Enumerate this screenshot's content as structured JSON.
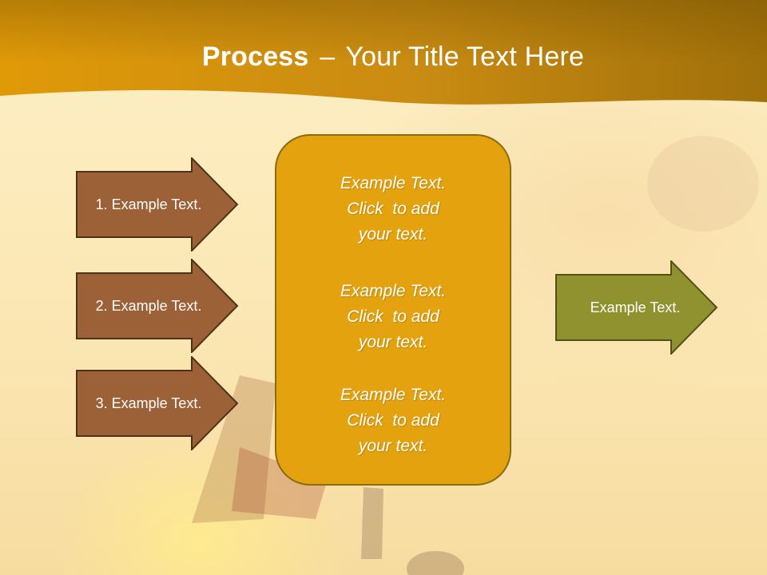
{
  "title": {
    "bold": "Process",
    "separator": "–",
    "rest": "Your Title Text Here"
  },
  "input_arrows": [
    {
      "label": "1. Example Text."
    },
    {
      "label": "2. Example Text."
    },
    {
      "label": "3. Example Text."
    }
  ],
  "center_box": {
    "items": [
      {
        "line1": "Example Text.",
        "line2": "Click  to add",
        "line3": "your text."
      },
      {
        "line1": "Example Text.",
        "line2": "Click  to add",
        "line3": "your text."
      },
      {
        "line1": "Example Text.",
        "line2": "Click  to add",
        "line3": "your text."
      }
    ]
  },
  "output_arrow": {
    "label": "Example Text."
  },
  "colors": {
    "header": "#d99a0c",
    "input_arrow_fill": "#9c6137",
    "input_arrow_stroke": "#4e3217",
    "center_fill": "#e3a20e",
    "output_arrow_fill": "#8f922e",
    "output_arrow_stroke": "#4f5214"
  }
}
